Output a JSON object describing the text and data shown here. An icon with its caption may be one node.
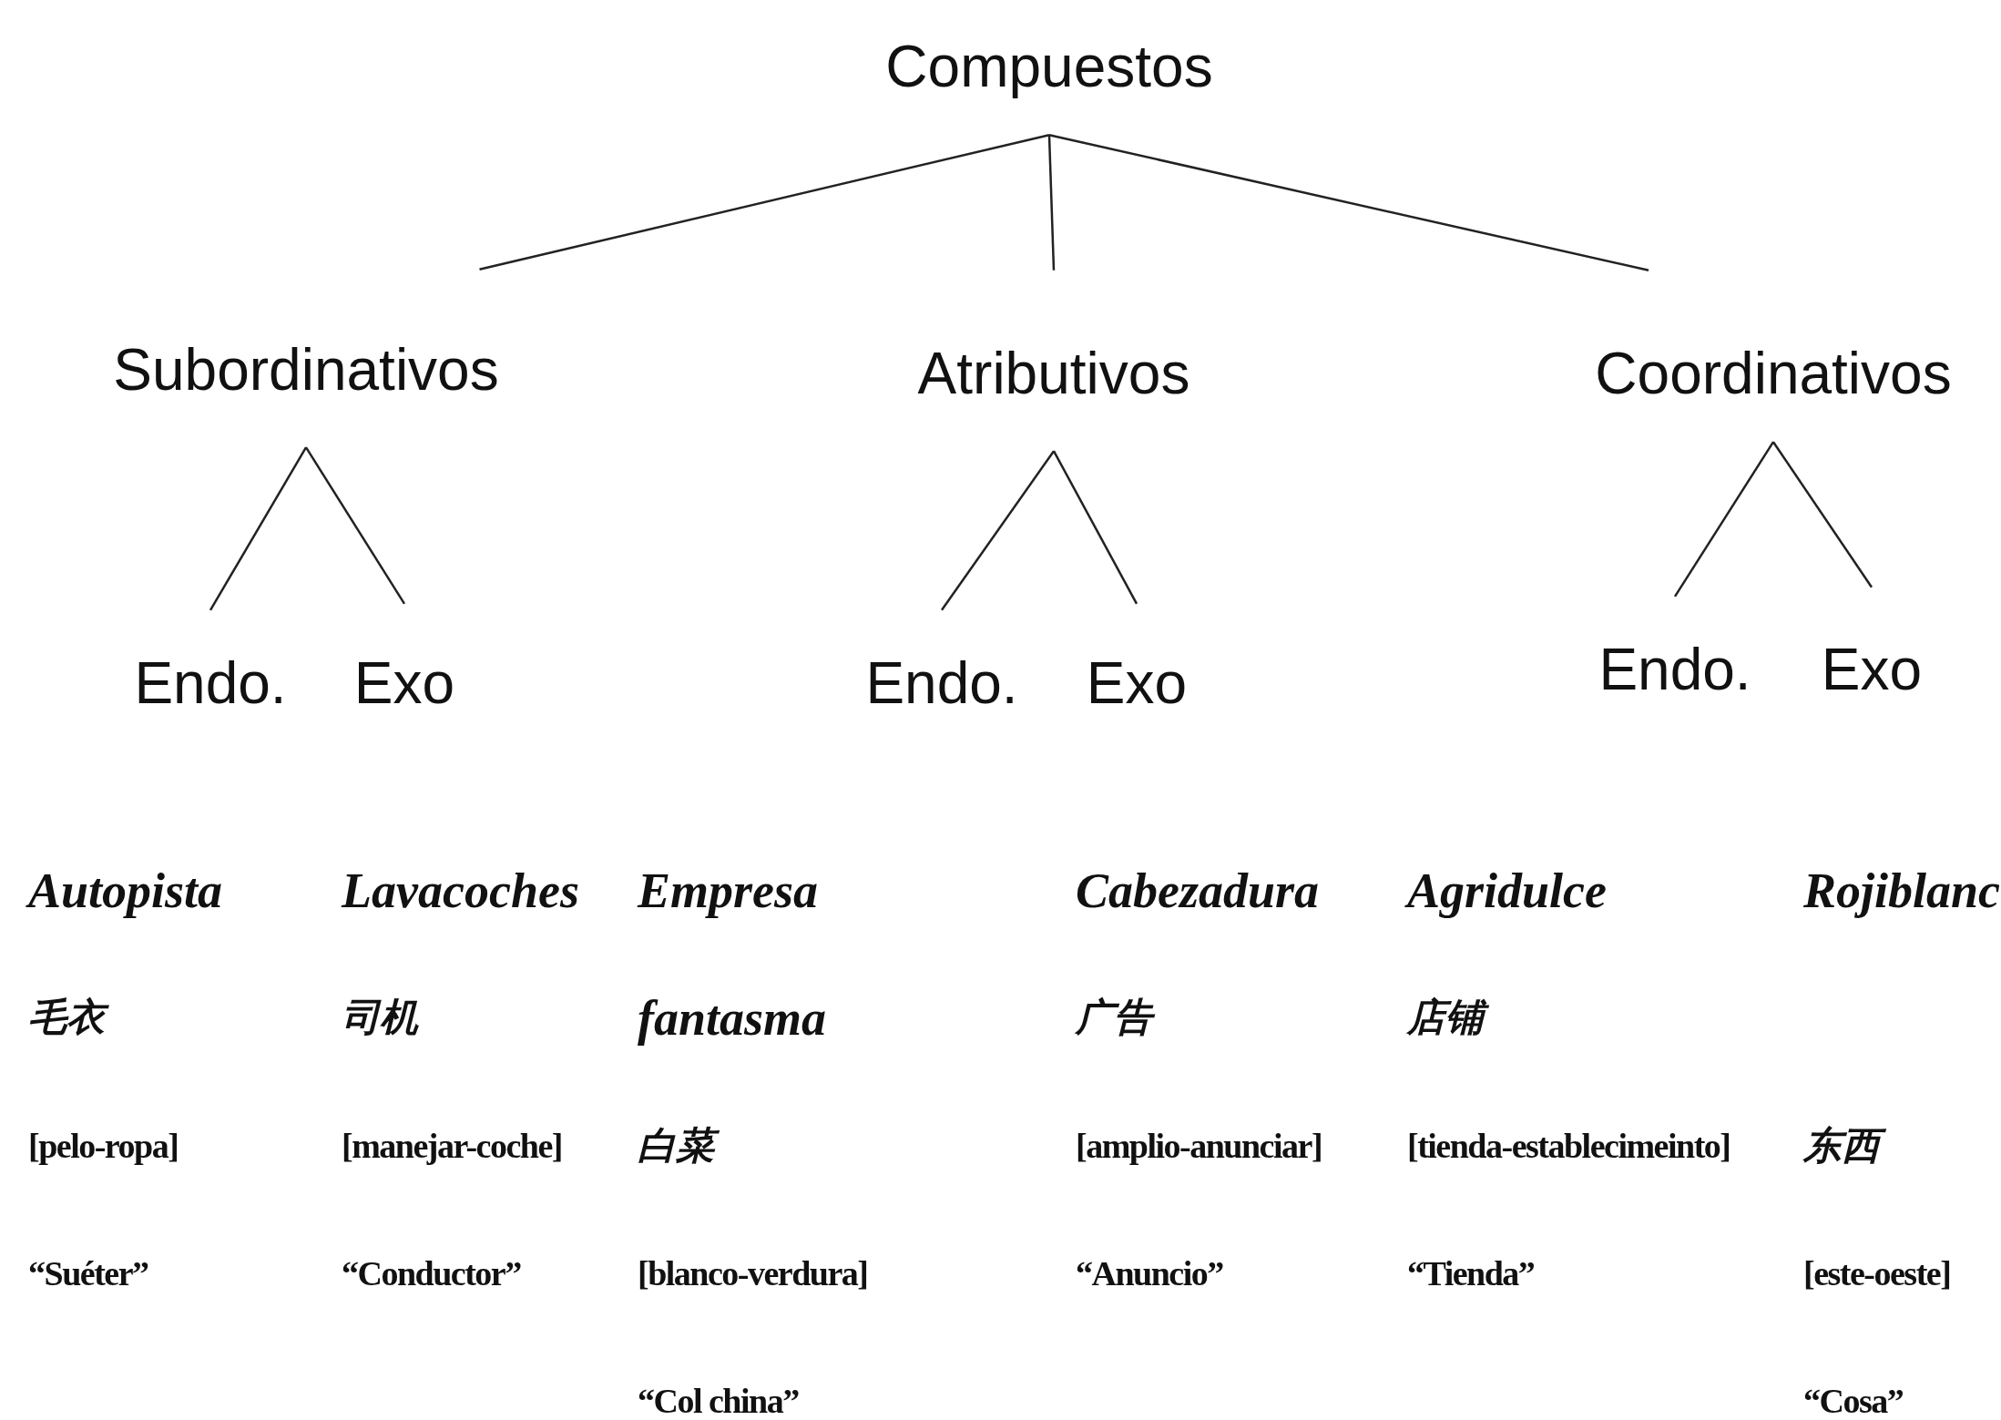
{
  "diagram": {
    "nodes": [
      {
        "text": [
          "Compuestos"
        ]
      },
      {
        "text": [
          "Subordinativos"
        ]
      },
      {
        "text": [
          "Atributivos"
        ]
      },
      {
        "text": [
          "Coordinativos"
        ]
      },
      {
        "text": [
          "Endo."
        ]
      },
      {
        "text": [
          "Exo"
        ]
      },
      {
        "text": [
          "Endo."
        ]
      },
      {
        "text": [
          "Exo"
        ]
      },
      {
        "text": [
          "Endo."
        ]
      },
      {
        "text": [
          "Exo"
        ]
      }
    ],
    "edges": [
      {
        "from": 0,
        "to": 1,
        "arrow": "none"
      },
      {
        "from": 0,
        "to": 2,
        "arrow": "none"
      },
      {
        "from": 0,
        "to": 3,
        "arrow": "none"
      },
      {
        "from": 1,
        "to": 4,
        "arrow": "none"
      },
      {
        "from": 1,
        "to": 5,
        "arrow": "none"
      },
      {
        "from": 2,
        "to": 6,
        "arrow": "none"
      },
      {
        "from": 2,
        "to": 7,
        "arrow": "none"
      },
      {
        "from": 3,
        "to": 8,
        "arrow": "none"
      },
      {
        "from": 3,
        "to": 9,
        "arrow": "none"
      }
    ],
    "labels": [
      "Autopista",
      "毛衣",
      "[pelo-ropa]",
      "“Suéter”",
      "Lavacoches",
      "司机",
      "[manejar-coche]",
      "“Conductor”",
      "Empresa fantasma",
      "白菜",
      "[blanco-verdura]",
      "“Col china”",
      "Cabezadura",
      "广告",
      "[amplio-anunciar]",
      "“Anuncio”",
      "Agridulce",
      "店铺",
      "[tienda-establecimeinto]",
      "“Tienda”",
      "Rojiblanc",
      "东西",
      "[este-oeste]",
      "“Cosa”"
    ]
  }
}
